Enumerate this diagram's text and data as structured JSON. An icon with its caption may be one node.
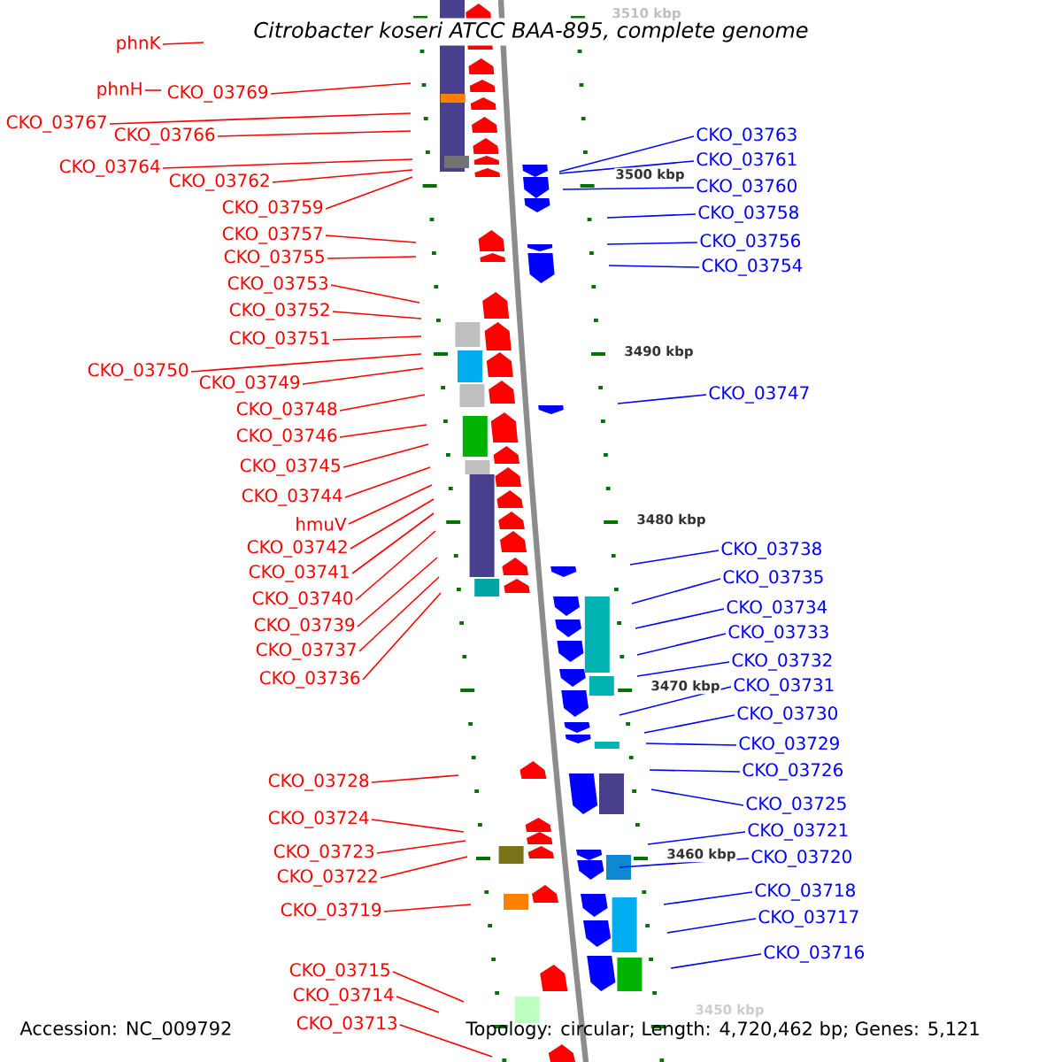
{
  "diagram": {
    "title": "Citrobacter koseri ATCC BAA-895, complete genome",
    "nodes": [
      {
        "text": [
          "phnK"
        ]
      },
      {
        "text": [
          "phnH"
        ]
      },
      {
        "text": [
          "CKO_03769"
        ]
      },
      {
        "text": [
          "CKO_03767"
        ]
      },
      {
        "text": [
          "CKO_03766"
        ]
      },
      {
        "text": [
          "CKO_03764"
        ]
      },
      {
        "text": [
          "CKO_03762"
        ]
      },
      {
        "text": [
          "CKO_03759"
        ]
      },
      {
        "text": [
          "CKO_03757"
        ]
      },
      {
        "text": [
          "CKO_03755"
        ]
      },
      {
        "text": [
          "CKO_03753"
        ]
      },
      {
        "text": [
          "CKO_03752"
        ]
      },
      {
        "text": [
          "CKO_03751"
        ]
      },
      {
        "text": [
          "CKO_03750"
        ]
      },
      {
        "text": [
          "CKO_03749"
        ]
      },
      {
        "text": [
          "CKO_03748"
        ]
      },
      {
        "text": [
          "CKO_03746"
        ]
      },
      {
        "text": [
          "CKO_03745"
        ]
      },
      {
        "text": [
          "CKO_03744"
        ]
      },
      {
        "text": [
          "hmuV"
        ]
      },
      {
        "text": [
          "CKO_03742"
        ]
      },
      {
        "text": [
          "CKO_03741"
        ]
      },
      {
        "text": [
          "CKO_03740"
        ]
      },
      {
        "text": [
          "CKO_03739"
        ]
      },
      {
        "text": [
          "CKO_03737"
        ]
      },
      {
        "text": [
          "CKO_03736"
        ]
      },
      {
        "text": [
          "CKO_03728"
        ]
      },
      {
        "text": [
          "CKO_03724"
        ]
      },
      {
        "text": [
          "CKO_03723"
        ]
      },
      {
        "text": [
          "CKO_03722"
        ]
      },
      {
        "text": [
          "CKO_03719"
        ]
      },
      {
        "text": [
          "CKO_03715"
        ]
      },
      {
        "text": [
          "CKO_03714"
        ]
      },
      {
        "text": [
          "CKO_03713"
        ]
      },
      {
        "text": [
          "CKO_03763"
        ]
      },
      {
        "text": [
          "CKO_03761"
        ]
      },
      {
        "text": [
          "CKO_03760"
        ]
      },
      {
        "text": [
          "CKO_03758"
        ]
      },
      {
        "text": [
          "CKO_03756"
        ]
      },
      {
        "text": [
          "CKO_03754"
        ]
      },
      {
        "text": [
          "CKO_03747"
        ]
      },
      {
        "text": [
          "CKO_03738"
        ]
      },
      {
        "text": [
          "CKO_03735"
        ]
      },
      {
        "text": [
          "CKO_03734"
        ]
      },
      {
        "text": [
          "CKO_03733"
        ]
      },
      {
        "text": [
          "CKO_03732"
        ]
      },
      {
        "text": [
          "CKO_03731"
        ]
      },
      {
        "text": [
          "CKO_03730"
        ]
      },
      {
        "text": [
          "CKO_03729"
        ]
      },
      {
        "text": [
          "CKO_03726"
        ]
      },
      {
        "text": [
          "CKO_03725"
        ]
      },
      {
        "text": [
          "CKO_03721"
        ]
      },
      {
        "text": [
          "CKO_03720"
        ]
      },
      {
        "text": [
          "CKO_03718"
        ]
      },
      {
        "text": [
          "CKO_03717"
        ]
      },
      {
        "text": [
          "CKO_03716"
        ]
      }
    ],
    "edges": [
      {
        "from": 0,
        "to": null,
        "arrow": "none"
      },
      {
        "from": 1,
        "to": null,
        "arrow": "none"
      },
      {
        "from": 2,
        "to": null,
        "arrow": "none"
      },
      {
        "from": 3,
        "to": null,
        "arrow": "none"
      },
      {
        "from": 4,
        "to": null,
        "arrow": "none"
      },
      {
        "from": 5,
        "to": null,
        "arrow": "none"
      },
      {
        "from": 6,
        "to": null,
        "arrow": "none"
      },
      {
        "from": 7,
        "to": null,
        "arrow": "none"
      },
      {
        "from": 8,
        "to": null,
        "arrow": "none"
      },
      {
        "from": 9,
        "to": null,
        "arrow": "none"
      },
      {
        "from": 10,
        "to": null,
        "arrow": "none"
      },
      {
        "from": 11,
        "to": null,
        "arrow": "none"
      },
      {
        "from": 12,
        "to": null,
        "arrow": "none"
      },
      {
        "from": 13,
        "to": null,
        "arrow": "none"
      },
      {
        "from": 14,
        "to": null,
        "arrow": "none"
      },
      {
        "from": 15,
        "to": null,
        "arrow": "none"
      },
      {
        "from": 16,
        "to": null,
        "arrow": "none"
      },
      {
        "from": 17,
        "to": null,
        "arrow": "none"
      },
      {
        "from": 18,
        "to": null,
        "arrow": "none"
      },
      {
        "from": 19,
        "to": null,
        "arrow": "none"
      },
      {
        "from": 20,
        "to": null,
        "arrow": "none"
      },
      {
        "from": 21,
        "to": null,
        "arrow": "none"
      },
      {
        "from": 22,
        "to": null,
        "arrow": "none"
      },
      {
        "from": 23,
        "to": null,
        "arrow": "none"
      },
      {
        "from": 24,
        "to": null,
        "arrow": "none"
      },
      {
        "from": 25,
        "to": null,
        "arrow": "none"
      },
      {
        "from": 26,
        "to": null,
        "arrow": "none"
      },
      {
        "from": 27,
        "to": null,
        "arrow": "none"
      },
      {
        "from": 28,
        "to": null,
        "arrow": "none"
      },
      {
        "from": 29,
        "to": null,
        "arrow": "none"
      },
      {
        "from": 30,
        "to": null,
        "arrow": "none"
      },
      {
        "from": 31,
        "to": null,
        "arrow": "none"
      },
      {
        "from": 32,
        "to": null,
        "arrow": "none"
      },
      {
        "from": 33,
        "to": null,
        "arrow": "none"
      },
      {
        "from": 34,
        "to": null,
        "arrow": "none",
        "color": "#0000ff"
      },
      {
        "from": 35,
        "to": null,
        "arrow": "none",
        "color": "#0000ff"
      },
      {
        "from": 36,
        "to": null,
        "arrow": "none",
        "color": "#0000ff"
      },
      {
        "from": 37,
        "to": null,
        "arrow": "none",
        "color": "#0000ff"
      },
      {
        "from": 38,
        "to": null,
        "arrow": "none",
        "color": "#0000ff"
      },
      {
        "from": 39,
        "to": null,
        "arrow": "none",
        "color": "#0000ff"
      },
      {
        "from": 40,
        "to": null,
        "arrow": "none",
        "color": "#0000ff"
      },
      {
        "from": 41,
        "to": null,
        "arrow": "none",
        "color": "#0000ff"
      },
      {
        "from": 42,
        "to": null,
        "arrow": "none",
        "color": "#0000ff"
      },
      {
        "from": 43,
        "to": null,
        "arrow": "none",
        "color": "#0000ff"
      },
      {
        "from": 44,
        "to": null,
        "arrow": "none",
        "color": "#0000ff"
      },
      {
        "from": 45,
        "to": null,
        "arrow": "none",
        "color": "#0000ff"
      },
      {
        "from": 46,
        "to": null,
        "arrow": "none",
        "color": "#0000ff"
      },
      {
        "from": 47,
        "to": null,
        "arrow": "none",
        "color": "#0000ff"
      },
      {
        "from": 48,
        "to": null,
        "arrow": "none",
        "color": "#0000ff"
      },
      {
        "from": 49,
        "to": null,
        "arrow": "none",
        "color": "#0000ff"
      },
      {
        "from": 50,
        "to": null,
        "arrow": "none",
        "color": "#0000ff"
      },
      {
        "from": 51,
        "to": null,
        "arrow": "none",
        "color": "#0000ff"
      },
      {
        "from": 52,
        "to": null,
        "arrow": "none",
        "color": "#0000ff"
      },
      {
        "from": 53,
        "to": null,
        "arrow": "none",
        "color": "#0000ff"
      },
      {
        "from": 54,
        "to": null,
        "arrow": "none",
        "color": "#0000ff"
      },
      {
        "from": 55,
        "to": null,
        "arrow": "none",
        "color": "#0000ff"
      }
    ],
    "labels": [
      "3510 kbp",
      "3500 kbp",
      "3490 kbp",
      "3480 kbp",
      "3470 kbp",
      "3460 kbp",
      "3450 kbp",
      "Accession: NC_009792",
      "Topology: circular; Length: 4,720,462 bp; Genes: 5,121"
    ]
  }
}
